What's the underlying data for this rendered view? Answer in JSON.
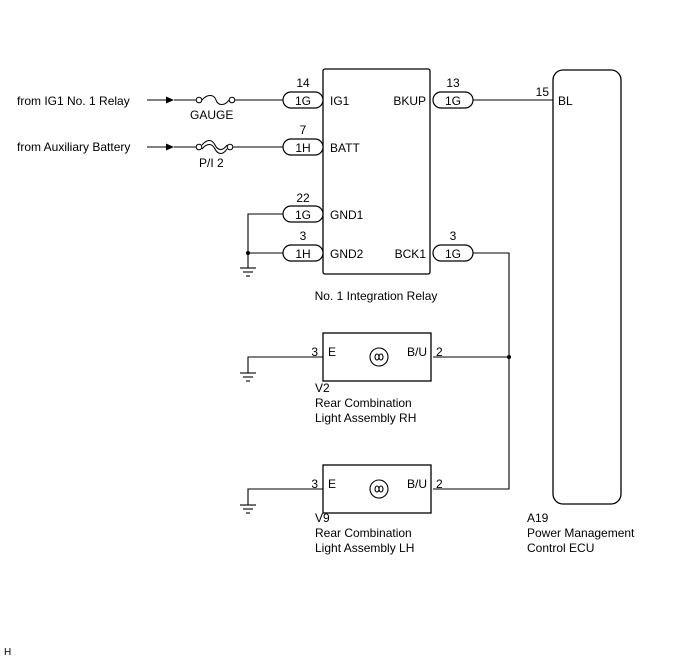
{
  "sources": {
    "ig1_relay": "from IG1 No. 1 Relay",
    "aux_battery": "from Auxiliary Battery"
  },
  "fuses": {
    "gauge": "GAUGE",
    "pi2": "P/I 2"
  },
  "integration_relay": {
    "name": "No. 1 Integration Relay",
    "pins": [
      {
        "num": "14",
        "connector": "1G",
        "label": "IG1"
      },
      {
        "num": "7",
        "connector": "1H",
        "label": "BATT"
      },
      {
        "num": "22",
        "connector": "1G",
        "label": "GND1"
      },
      {
        "num": "3",
        "connector": "1H",
        "label": "GND2"
      },
      {
        "num": "13",
        "connector": "1G",
        "label": "BKUP"
      },
      {
        "num": "3",
        "connector": "1G",
        "label": "BCK1"
      }
    ]
  },
  "ecu": {
    "code": "A19",
    "name_line1": "Power Management",
    "name_line2": "Control ECU",
    "pin_num": "15",
    "pin_label": "BL"
  },
  "light_rh": {
    "code": "V2",
    "line1": "Rear Combination",
    "line2": "Light Assembly RH",
    "left_pin": "3",
    "left_label": "E",
    "right_pin": "2",
    "right_label": "B/U"
  },
  "light_lh": {
    "code": "V9",
    "line1": "Rear Combination",
    "line2": "Light Assembly LH",
    "left_pin": "3",
    "left_label": "E",
    "right_pin": "2",
    "right_label": "B/U"
  },
  "corner_mark": "H"
}
